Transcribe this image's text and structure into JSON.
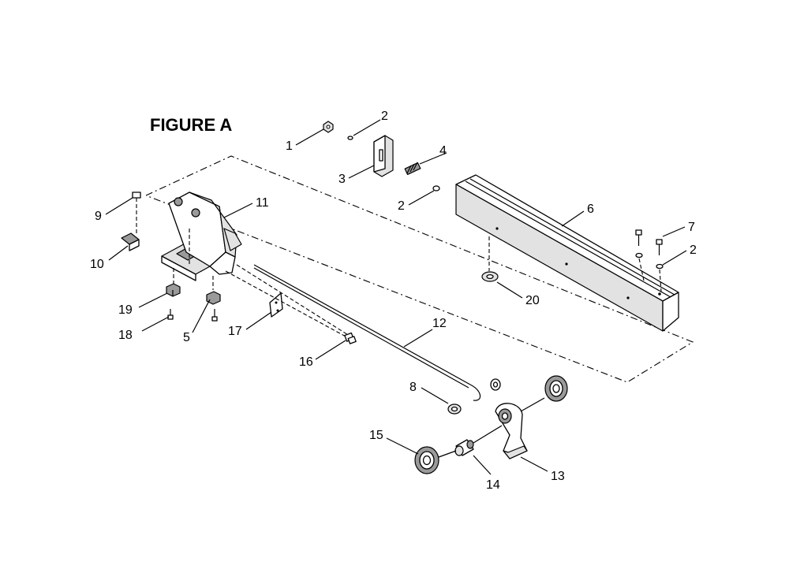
{
  "figure": {
    "title": "FIGURE A"
  },
  "callouts": [
    "1",
    "2",
    "2",
    "2",
    "3",
    "4",
    "5",
    "6",
    "7",
    "8",
    "9",
    "10",
    "11",
    "12",
    "13",
    "14",
    "15",
    "16",
    "17",
    "18",
    "19",
    "20"
  ]
}
